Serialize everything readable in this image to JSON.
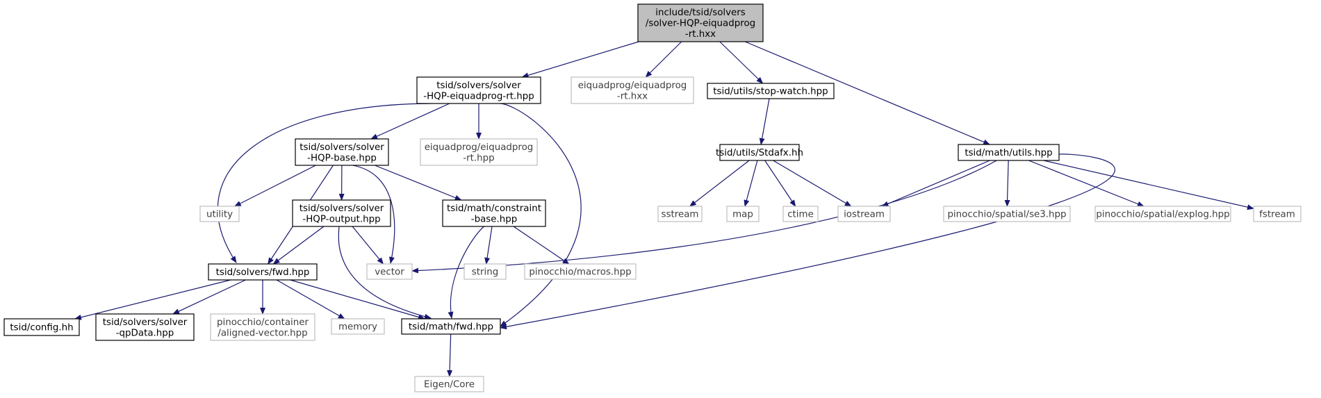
{
  "colors": {
    "edge": "#191970",
    "root_fill": "#bfbfbf",
    "local_border": "#000000",
    "external_border": "#bfbfbf",
    "external_text": "#3f3f3f",
    "text": "#000000"
  },
  "nodes": [
    {
      "id": "root",
      "kind": "root",
      "lines": [
        "include/tsid/solvers",
        "/solver-HQP-eiquadprog",
        "-rt.hxx"
      ]
    },
    {
      "id": "rt_hpp",
      "kind": "local",
      "lines": [
        "tsid/solvers/solver",
        "-HQP-eiquadprog-rt.hpp"
      ]
    },
    {
      "id": "eiq_rt_hxx",
      "kind": "external",
      "lines": [
        "eiquadprog/eiquadprog",
        "-rt.hxx"
      ]
    },
    {
      "id": "stopwatch",
      "kind": "local",
      "lines": [
        "tsid/utils/stop-watch.hpp"
      ]
    },
    {
      "id": "math_utils",
      "kind": "local",
      "lines": [
        "tsid/math/utils.hpp"
      ]
    },
    {
      "id": "hqp_base",
      "kind": "local",
      "lines": [
        "tsid/solvers/solver",
        "-HQP-base.hpp"
      ]
    },
    {
      "id": "eiq_rt_hpp",
      "kind": "external",
      "lines": [
        "eiquadprog/eiquadprog",
        "-rt.hpp"
      ]
    },
    {
      "id": "stdafx",
      "kind": "local",
      "lines": [
        "tsid/utils/Stdafx.hh"
      ]
    },
    {
      "id": "utility",
      "kind": "external",
      "lines": [
        "utility"
      ]
    },
    {
      "id": "hqp_output",
      "kind": "local",
      "lines": [
        "tsid/solvers/solver",
        "-HQP-output.hpp"
      ]
    },
    {
      "id": "constraint",
      "kind": "local",
      "lines": [
        "tsid/math/constraint",
        "-base.hpp"
      ]
    },
    {
      "id": "sstream",
      "kind": "external",
      "lines": [
        "sstream"
      ]
    },
    {
      "id": "map",
      "kind": "external",
      "lines": [
        "map"
      ]
    },
    {
      "id": "ctime",
      "kind": "external",
      "lines": [
        "ctime"
      ]
    },
    {
      "id": "iostream",
      "kind": "external",
      "lines": [
        "iostream"
      ]
    },
    {
      "id": "se3",
      "kind": "external",
      "lines": [
        "pinocchio/spatial/se3.hpp"
      ]
    },
    {
      "id": "explog",
      "kind": "external",
      "lines": [
        "pinocchio/spatial/explog.hpp"
      ]
    },
    {
      "id": "fstream",
      "kind": "external",
      "lines": [
        "fstream"
      ]
    },
    {
      "id": "solvers_fwd",
      "kind": "local",
      "lines": [
        "tsid/solvers/fwd.hpp"
      ]
    },
    {
      "id": "vector",
      "kind": "external",
      "lines": [
        "vector"
      ]
    },
    {
      "id": "string",
      "kind": "external",
      "lines": [
        "string"
      ]
    },
    {
      "id": "macros",
      "kind": "external",
      "lines": [
        "pinocchio/macros.hpp"
      ]
    },
    {
      "id": "config",
      "kind": "local",
      "lines": [
        "tsid/config.hh"
      ]
    },
    {
      "id": "qpdata",
      "kind": "local",
      "lines": [
        "tsid/solvers/solver",
        "-qpData.hpp"
      ]
    },
    {
      "id": "aligned",
      "kind": "external",
      "lines": [
        "pinocchio/container",
        "/aligned-vector.hpp"
      ]
    },
    {
      "id": "memory",
      "kind": "external",
      "lines": [
        "memory"
      ]
    },
    {
      "id": "math_fwd",
      "kind": "local",
      "lines": [
        "tsid/math/fwd.hpp"
      ]
    },
    {
      "id": "eigen",
      "kind": "external",
      "lines": [
        "Eigen/Core"
      ]
    }
  ],
  "edges": [
    [
      "root",
      "rt_hpp"
    ],
    [
      "root",
      "eiq_rt_hxx"
    ],
    [
      "root",
      "stopwatch"
    ],
    [
      "root",
      "math_utils"
    ],
    [
      "rt_hpp",
      "hqp_base"
    ],
    [
      "rt_hpp",
      "eiq_rt_hpp"
    ],
    [
      "rt_hpp",
      "solvers_fwd"
    ],
    [
      "rt_hpp",
      "math_fwd"
    ],
    [
      "stopwatch",
      "stdafx"
    ],
    [
      "stdafx",
      "sstream"
    ],
    [
      "stdafx",
      "map"
    ],
    [
      "stdafx",
      "ctime"
    ],
    [
      "stdafx",
      "iostream"
    ],
    [
      "math_utils",
      "iostream"
    ],
    [
      "math_utils",
      "vector"
    ],
    [
      "math_utils",
      "se3"
    ],
    [
      "math_utils",
      "explog"
    ],
    [
      "math_utils",
      "fstream"
    ],
    [
      "math_utils",
      "math_fwd"
    ],
    [
      "hqp_base",
      "utility"
    ],
    [
      "hqp_base",
      "hqp_output"
    ],
    [
      "hqp_base",
      "constraint"
    ],
    [
      "hqp_base",
      "solvers_fwd"
    ],
    [
      "hqp_base",
      "vector"
    ],
    [
      "hqp_output",
      "solvers_fwd"
    ],
    [
      "hqp_output",
      "vector"
    ],
    [
      "hqp_output",
      "math_fwd"
    ],
    [
      "constraint",
      "string"
    ],
    [
      "constraint",
      "macros"
    ],
    [
      "constraint",
      "math_fwd"
    ],
    [
      "solvers_fwd",
      "config"
    ],
    [
      "solvers_fwd",
      "qpdata"
    ],
    [
      "solvers_fwd",
      "aligned"
    ],
    [
      "solvers_fwd",
      "memory"
    ],
    [
      "solvers_fwd",
      "math_fwd"
    ],
    [
      "math_fwd",
      "eigen"
    ]
  ]
}
